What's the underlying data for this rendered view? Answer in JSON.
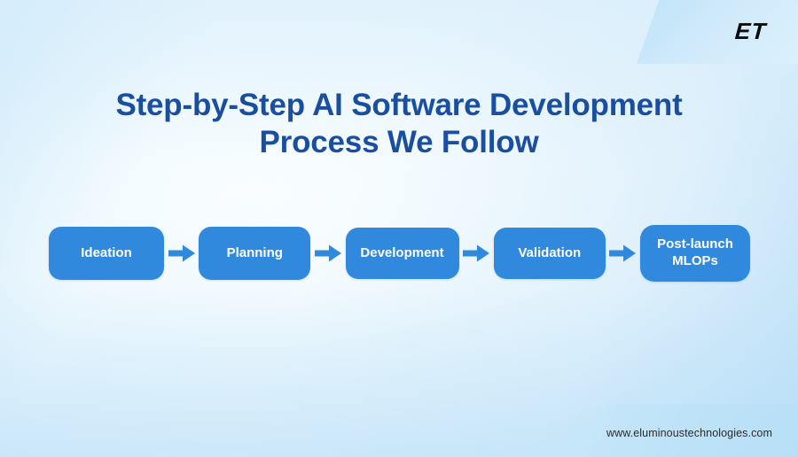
{
  "brand": {
    "logo_text": "ET",
    "website_url": "www.eluminoustechnologies.com"
  },
  "title": {
    "line1": "Step-by-Step AI Software Development",
    "line2": "Process We Follow",
    "color": "#1a4e9e"
  },
  "colors": {
    "step_fill": "#3089dc",
    "step_text": "#ffffff",
    "arrow": "#3089dc",
    "background_light": "#f7fcff",
    "background_blue": "#bfe2f8",
    "banner": "#c6e6f9",
    "url_text": "#2b2b2b",
    "logo_text": "#0b0b0b"
  },
  "flow": {
    "steps": [
      {
        "label": "Ideation",
        "line1": "Ideation",
        "line2": ""
      },
      {
        "label": "Planning",
        "line1": "Planning",
        "line2": ""
      },
      {
        "label": "Development",
        "line1": "Development",
        "line2": ""
      },
      {
        "label": "Validation",
        "line1": "Validation",
        "line2": ""
      },
      {
        "label": "Post-launch MLOPs",
        "line1": "Post-launch",
        "line2": "MLOPs"
      }
    ],
    "connectors": [
      {
        "icon": "arrow-right-icon"
      },
      {
        "icon": "arrow-right-icon"
      },
      {
        "icon": "arrow-right-icon"
      },
      {
        "icon": "arrow-right-icon"
      }
    ]
  }
}
